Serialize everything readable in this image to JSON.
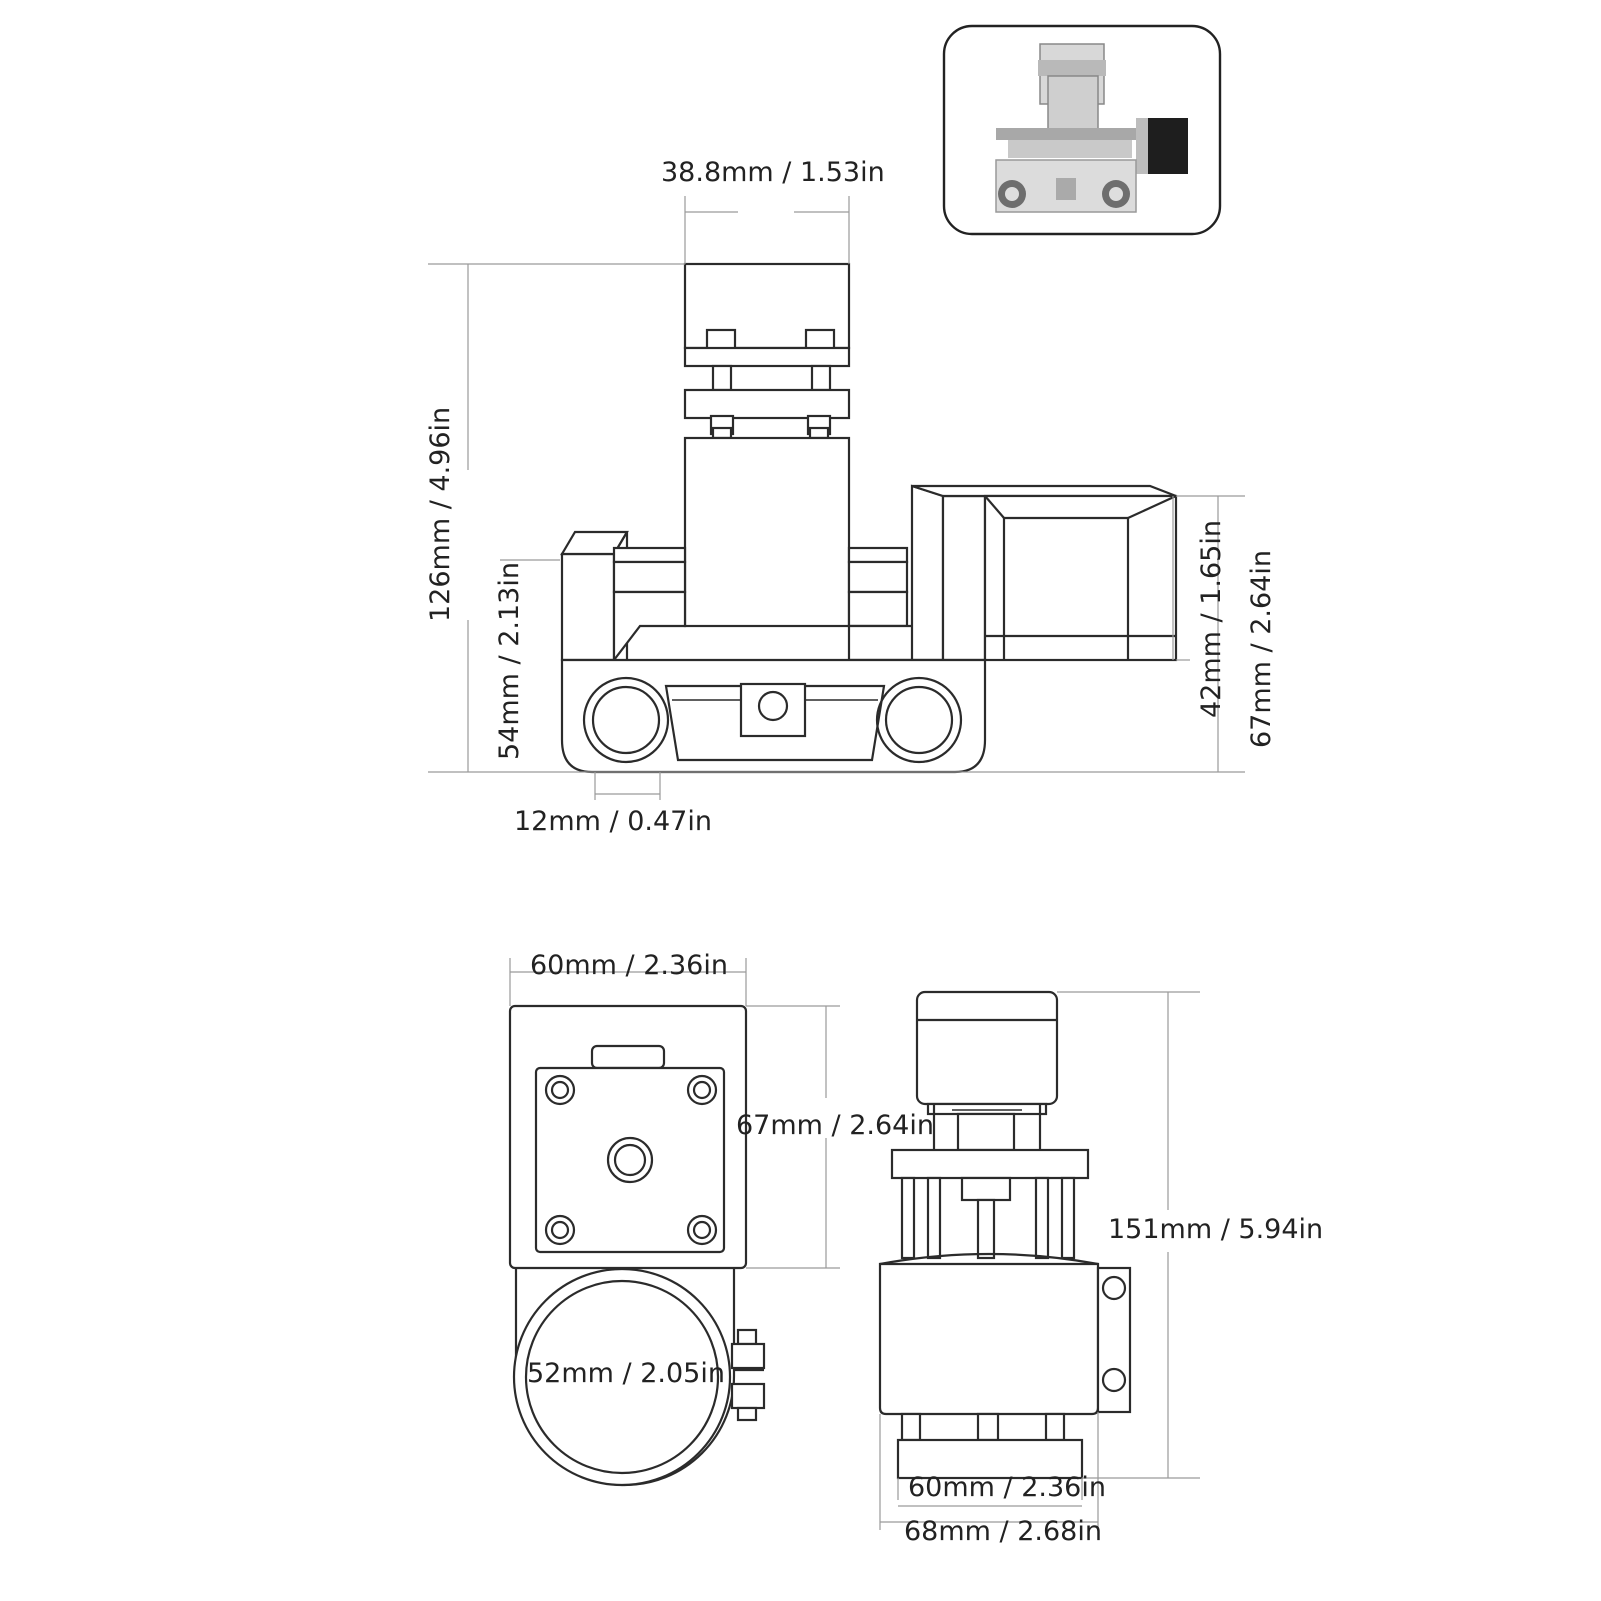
{
  "top_view": {
    "dims": {
      "top_width": "38.8mm / 1.53in",
      "total_height": "126mm / 4.96in",
      "base_height": "54mm / 2.13in",
      "hole_width": "12mm / 0.47in",
      "motor_height": "42mm / 1.65in",
      "side_height": "67mm / 2.64in"
    }
  },
  "front_view": {
    "dims": {
      "width": "60mm / 2.36in",
      "plate_height": "67mm / 2.64in",
      "ring_diameter": "52mm / 2.05in"
    }
  },
  "side_view": {
    "dims": {
      "height": "151mm / 5.94in",
      "inner_width": "60mm / 2.36in",
      "outer_width": "68mm / 2.68in"
    }
  },
  "colors": {
    "line": "#2b2b2b",
    "dimension": "#9a9a9a",
    "background": "#ffffff"
  }
}
